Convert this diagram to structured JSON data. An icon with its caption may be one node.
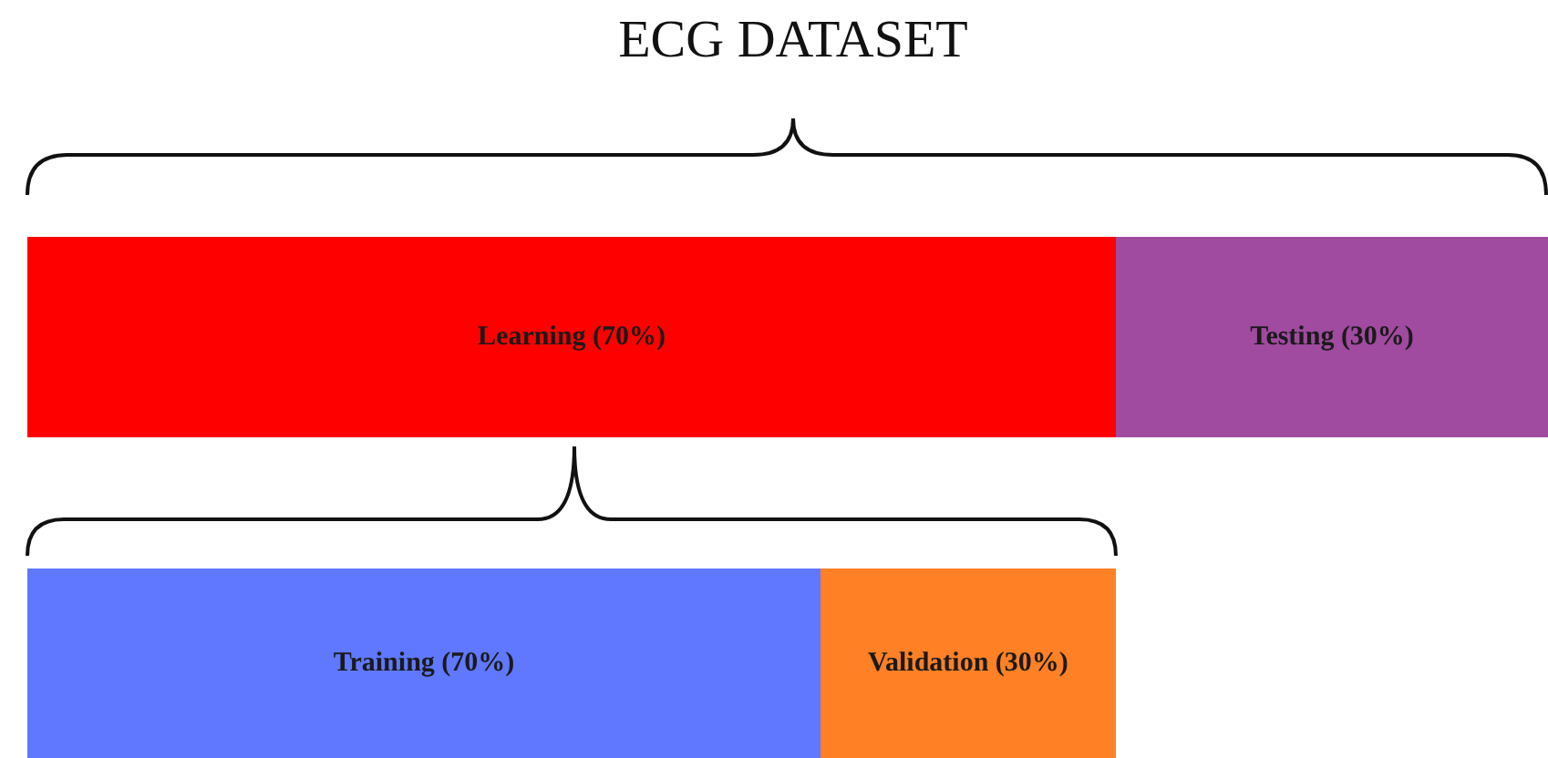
{
  "diagram": {
    "title": "ECG DATASET",
    "nodes": [
      {
        "text": [
          "Learning (70%)"
        ]
      },
      {
        "text": [
          "Testing (30%)"
        ]
      },
      {
        "text": [
          "Training (70%)"
        ]
      },
      {
        "text": [
          "Validation (30%)"
        ]
      }
    ]
  }
}
